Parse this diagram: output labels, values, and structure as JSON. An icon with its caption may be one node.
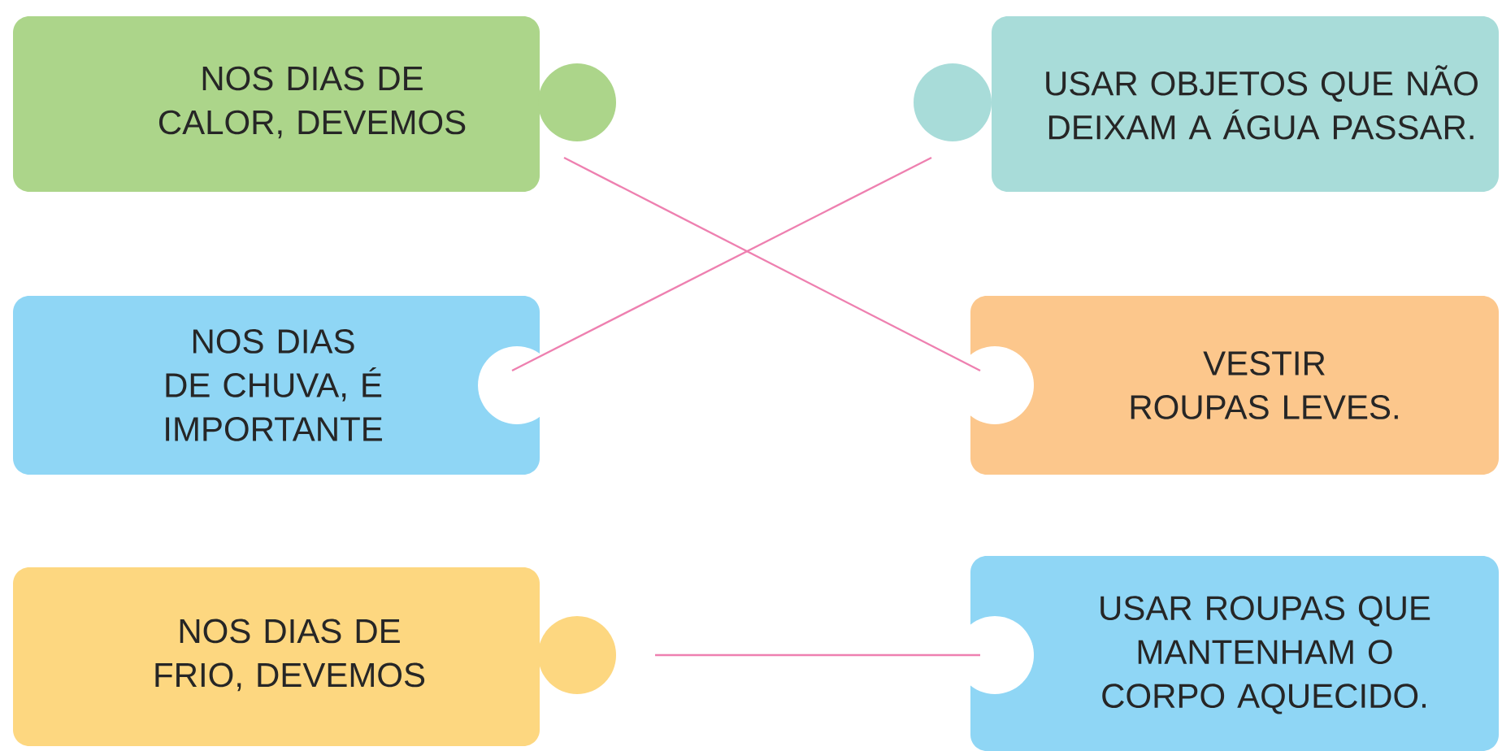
{
  "diagram": {
    "nodes": [
      {
        "text": [
          "NOS DIAS DE CALOR, DEVEMOS"
        ]
      },
      {
        "text": [
          "NOS DIAS DE CHUVA, É IMPORTANTE"
        ]
      },
      {
        "text": [
          "NOS DIAS DE FRIO, DEVEMOS"
        ]
      },
      {
        "text": [
          "USAR OBJETOS QUE NÃO DEIXAM A ÁGUA PASSAR."
        ]
      },
      {
        "text": [
          "VESTIR ROUPAS LEVES."
        ]
      },
      {
        "text": [
          "USAR ROUPAS QUE MANTENHAM O CORPO AQUECIDO."
        ]
      }
    ],
    "edges": [
      {
        "from": 0,
        "to": 4,
        "arrow": "none"
      },
      {
        "from": 1,
        "to": 3,
        "arrow": "none"
      },
      {
        "from": 2,
        "to": 5,
        "arrow": "none"
      }
    ]
  }
}
